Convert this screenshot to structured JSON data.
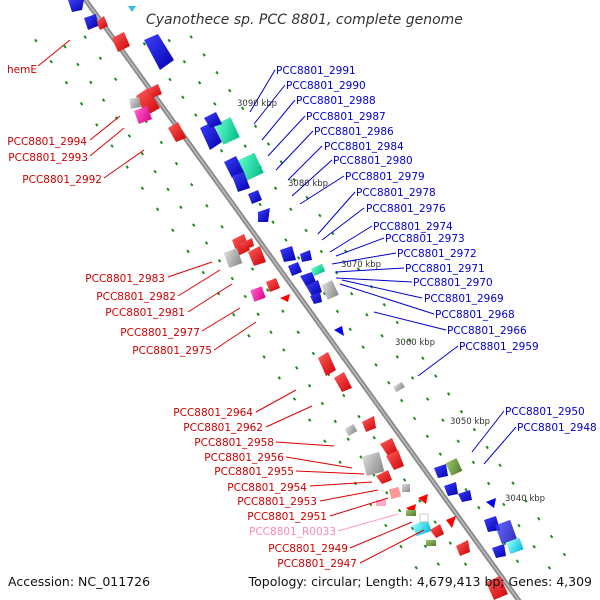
{
  "title": "Cyanothece sp. PCC 8801, complete genome",
  "footer": {
    "accession": "Accession: NC_011726",
    "topology": "Topology: circular; Length: 4,679,413 bp; Genes: 4,309"
  },
  "colors": {
    "forward_label": "#c00000",
    "reverse_label": "#0000cc",
    "rna_label": "#ff88bb",
    "forward_gene": "#ff0000",
    "reverse_gene": "#0000ee",
    "backbone": "#999999",
    "dots": "#1a8a1a"
  },
  "kbp_ticks": [
    "3090 kbp",
    "3080 kbp",
    "3070 kbp",
    "3060 kbp",
    "3050 kbp",
    "3040 kbp"
  ],
  "left_labels": [
    "hemE",
    "PCC8801_2994",
    "PCC8801_2993",
    "PCC8801_2992",
    "PCC8801_2983",
    "PCC8801_2982",
    "PCC8801_2981",
    "PCC8801_2977",
    "PCC8801_2975",
    "PCC8801_2964",
    "PCC8801_2962",
    "PCC8801_2958",
    "PCC8801_2956",
    "PCC8801_2955",
    "PCC8801_2954",
    "PCC8801_2953",
    "PCC8801_2951",
    "PCC8801_R0033",
    "PCC8801_2949",
    "PCC8801_2947"
  ],
  "right_labels": [
    "PCC8801_2991",
    "PCC8801_2990",
    "PCC8801_2988",
    "PCC8801_2987",
    "PCC8801_2986",
    "PCC8801_2984",
    "PCC8801_2980",
    "PCC8801_2979",
    "PCC8801_2978",
    "PCC8801_2976",
    "PCC8801_2974",
    "PCC8801_2973",
    "PCC8801_2972",
    "PCC8801_2971",
    "PCC8801_2970",
    "PCC8801_2969",
    "PCC8801_2968",
    "PCC8801_2966",
    "PCC8801_2959",
    "PCC8801_2950",
    "PCC8801_2948"
  ]
}
